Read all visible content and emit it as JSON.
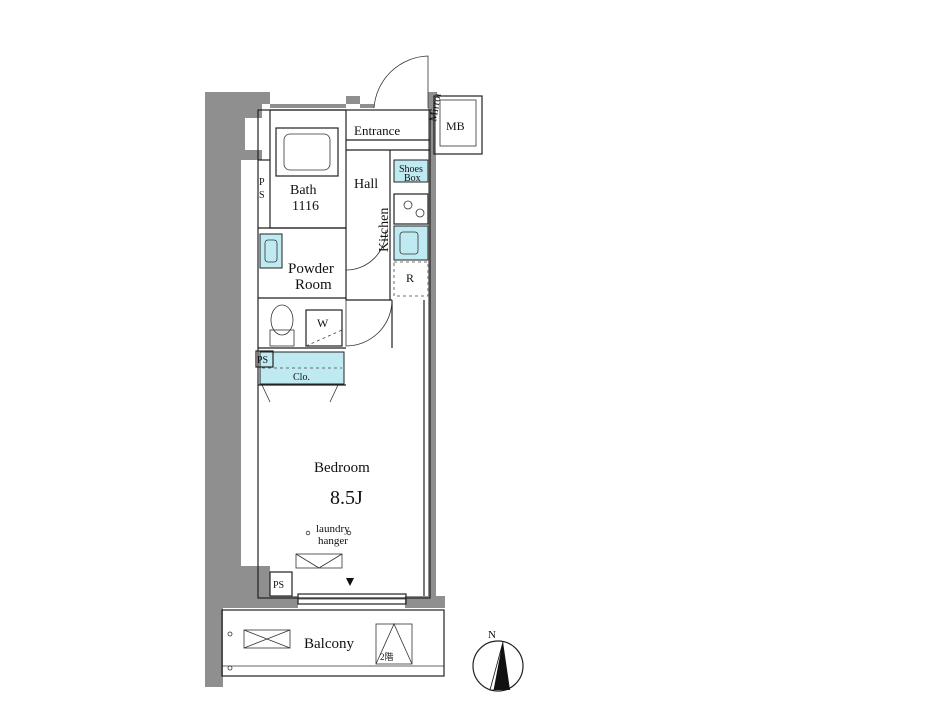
{
  "rooms": {
    "entrance": "Entrance",
    "mirror": "Mirror",
    "mb": "MB",
    "hall": "Hall",
    "shoes_box_line1": "Shoes",
    "shoes_box_line2": "Box",
    "bath_line1": "Bath",
    "bath_line2": "1116",
    "kitchen": "Kitchen",
    "ps_top_line1": "P",
    "ps_top_line2": "S",
    "powder_line1": "Powder",
    "powder_line2": "Room",
    "refrigerator": "R",
    "washer": "W",
    "ps_mid": "PS",
    "closet": "Clo.",
    "bedroom": "Bedroom",
    "bedroom_size": "8.5J",
    "laundry_line1": "laundry",
    "laundry_line2": "hanger",
    "ps_bottom": "PS",
    "balcony": "Balcony",
    "floor_mark": "2階"
  },
  "compass": {
    "label": "N"
  },
  "colors": {
    "wall": "#8f8f8f",
    "fixture": "#bfeaf2",
    "ink": "#222222"
  }
}
